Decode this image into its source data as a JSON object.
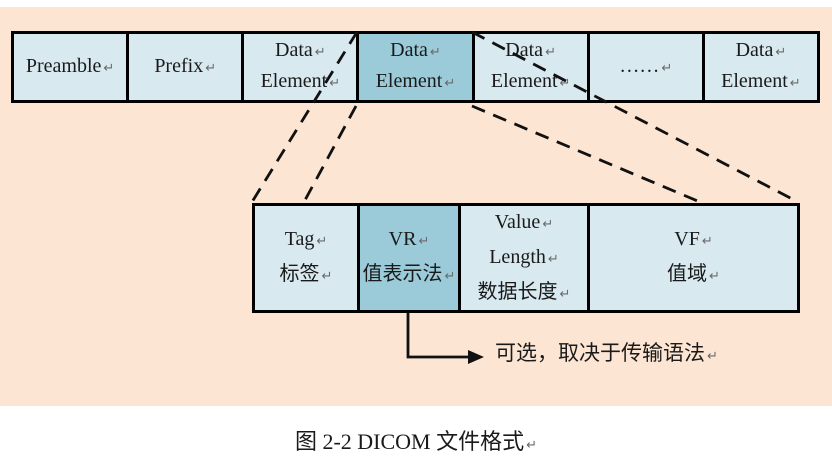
{
  "colors": {
    "canvas_bg": "#fce5d3",
    "cell_light": "#d8e9f0",
    "cell_highlight": "#9bcbd9",
    "line_color": "#000000"
  },
  "marks": {
    "return": "↵"
  },
  "top_row": {
    "cells": [
      {
        "lines": [
          "Preamble"
        ]
      },
      {
        "lines": [
          "Prefix"
        ]
      },
      {
        "lines": [
          "Data",
          "Element"
        ]
      },
      {
        "lines": [
          "Data",
          "Element"
        ],
        "highlight": true
      },
      {
        "lines": [
          "Data",
          "Element"
        ]
      },
      {
        "lines": [
          "……"
        ]
      },
      {
        "lines": [
          "Data",
          "Element"
        ]
      }
    ]
  },
  "detail_row": {
    "cells": [
      {
        "lines": [
          "Tag",
          "标签"
        ]
      },
      {
        "lines": [
          "VR",
          "值表示法"
        ],
        "highlight": true
      },
      {
        "lines": [
          "Value",
          "Length",
          "数据长度"
        ]
      },
      {
        "lines": [
          "VF",
          "值域"
        ]
      }
    ]
  },
  "annotation": {
    "text": "可选，取决于传输语法"
  },
  "caption": {
    "text": "图 2-2 DICOM 文件格式"
  }
}
